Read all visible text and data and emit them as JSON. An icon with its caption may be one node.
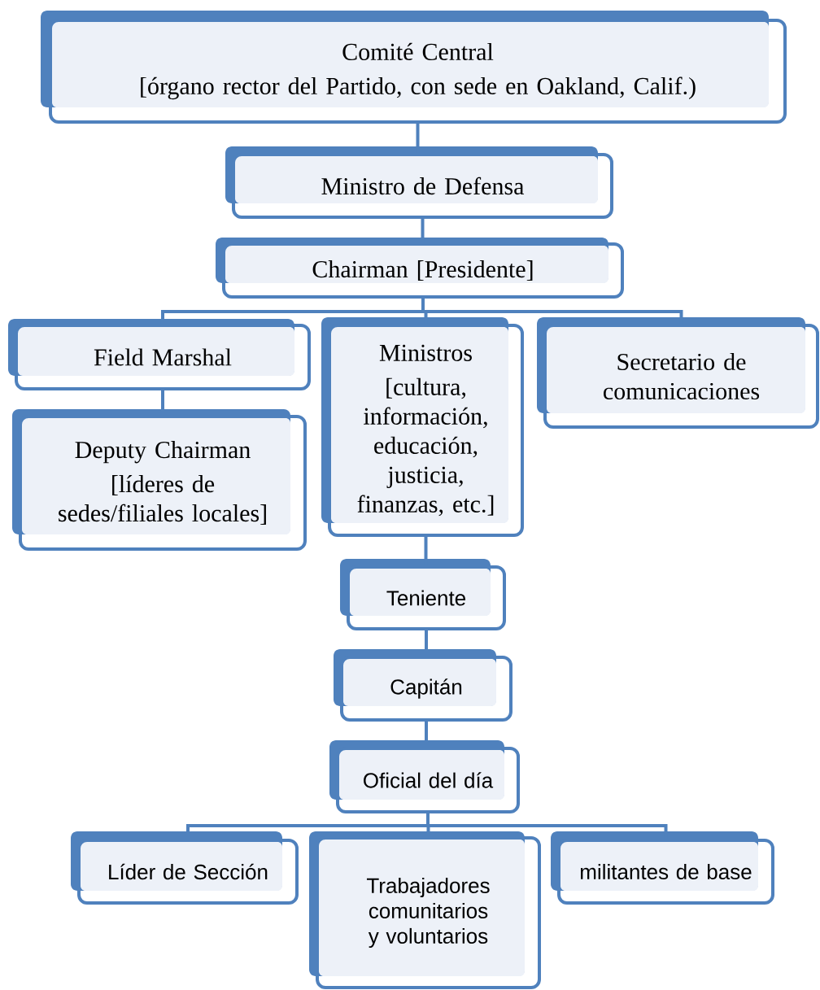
{
  "diagram": {
    "nodes": [
      {
        "text": [
          "Comité Central",
          "[órgano rector del Partido, con sede en Oakland, Calif.)"
        ]
      },
      {
        "text": [
          "Ministro de Defensa"
        ]
      },
      {
        "text": [
          "Chairman [Presidente]"
        ]
      },
      {
        "text": [
          "Field Marshal"
        ]
      },
      {
        "text": [
          "Deputy Chairman",
          "[líderes de sedes/filiales locales]"
        ]
      },
      {
        "text": [
          "Ministros",
          "[cultura, información, educación, justicia, finanzas, etc.]"
        ]
      },
      {
        "text": [
          "Secretario de comunicaciones"
        ]
      },
      {
        "text": [
          "Teniente"
        ]
      },
      {
        "text": [
          "Capitán"
        ]
      },
      {
        "text": [
          "Oficial del día"
        ]
      },
      {
        "text": [
          "Líder de Sección"
        ]
      },
      {
        "text": [
          "Trabajadores comunitarios y voluntarios"
        ]
      },
      {
        "text": [
          "militantes de base"
        ]
      }
    ],
    "edges": [
      {
        "from": 0,
        "to": 1,
        "arrow": "none"
      },
      {
        "from": 1,
        "to": 2,
        "arrow": "none"
      },
      {
        "from": 2,
        "to": 3,
        "arrow": "none"
      },
      {
        "from": 2,
        "to": 5,
        "arrow": "none"
      },
      {
        "from": 2,
        "to": 6,
        "arrow": "none"
      },
      {
        "from": 3,
        "to": 4,
        "arrow": "none"
      },
      {
        "from": 5,
        "to": 7,
        "arrow": "none"
      },
      {
        "from": 7,
        "to": 8,
        "arrow": "none"
      },
      {
        "from": 8,
        "to": 9,
        "arrow": "none"
      },
      {
        "from": 9,
        "to": 10,
        "arrow": "none"
      },
      {
        "from": 9,
        "to": 11,
        "arrow": "none"
      },
      {
        "from": 9,
        "to": 12,
        "arrow": "none"
      }
    ]
  }
}
